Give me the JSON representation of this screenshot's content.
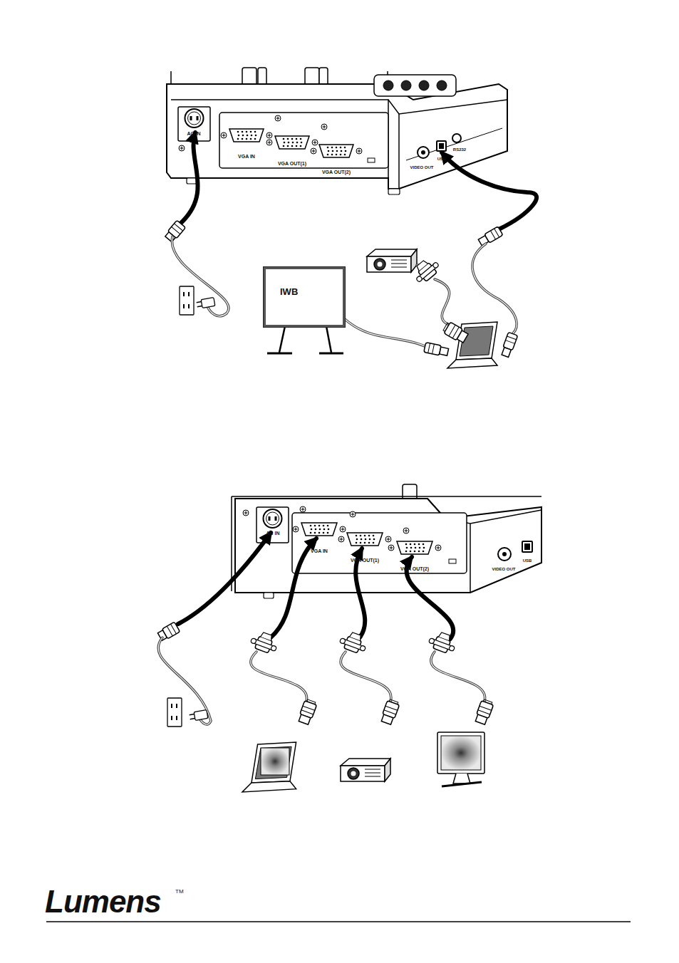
{
  "diagram": {
    "nodes": [
      {
        "text": [
          "IWB"
        ]
      }
    ],
    "labels": [
      "AC IN",
      "VGA IN",
      "VGA OUT(1)",
      "VGA OUT(2)",
      "VIDEO OUT",
      "USB",
      "RS232",
      "AC IN",
      "VGA IN",
      "VGA OUT(1)",
      "VGA OUT(2)",
      "VIDEO OUT",
      "USB",
      "Lumens",
      "TM"
    ]
  }
}
